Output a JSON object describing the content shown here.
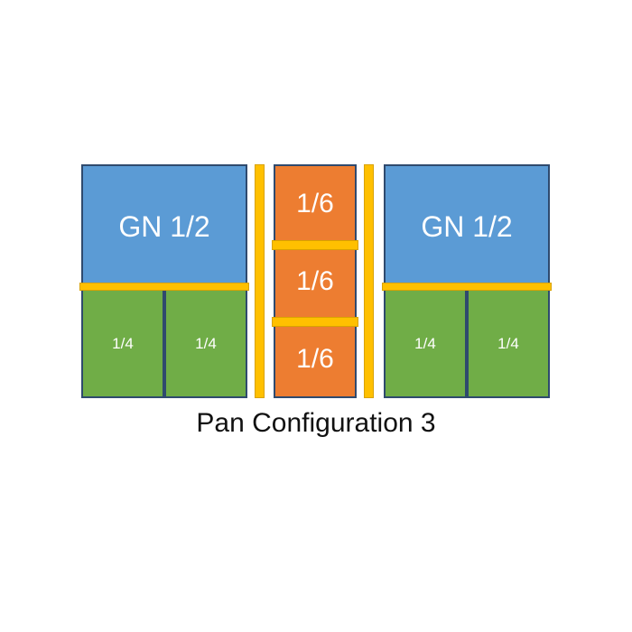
{
  "colors": {
    "half_pan": "#5b9bd5",
    "quarter_pan": "#70ad47",
    "sixth_pan": "#ed7d31",
    "divider_bar": "#ffc000"
  },
  "left_group": {
    "half_label": "GN 1/2",
    "quarter_labels": [
      "1/4",
      "1/4"
    ]
  },
  "center_group": {
    "sixth_labels": [
      "1/6",
      "1/6",
      "1/6"
    ]
  },
  "right_group": {
    "half_label": "GN 1/2",
    "quarter_labels": [
      "1/4",
      "1/4"
    ]
  },
  "caption": "Pan Configuration 3"
}
